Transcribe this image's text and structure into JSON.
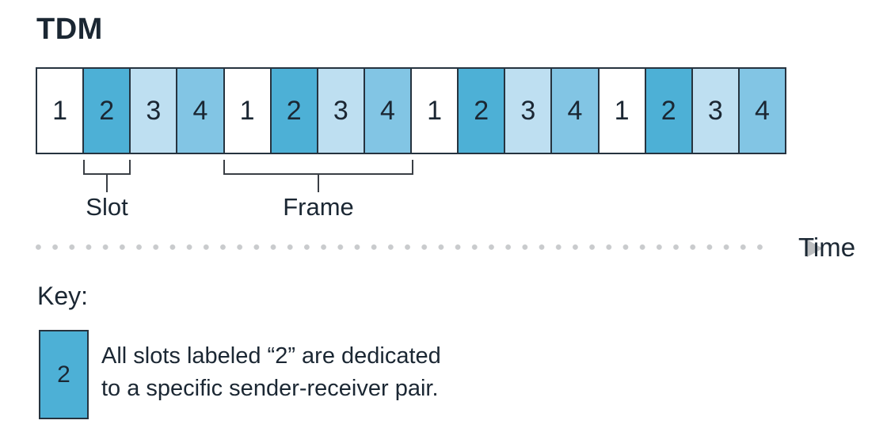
{
  "title": "TDM",
  "colors": {
    "slot1": "#ffffff",
    "slot2": "#4db0d6",
    "slot3": "#bedff1",
    "slot4": "#82c5e4",
    "border": "#26333f",
    "text": "#1b2733",
    "axis_dot": "#c9cbcd",
    "axis_arrow": "#bcbec0"
  },
  "strip": {
    "slots": [
      {
        "label": "1",
        "channel": 1
      },
      {
        "label": "2",
        "channel": 2
      },
      {
        "label": "3",
        "channel": 3
      },
      {
        "label": "4",
        "channel": 4
      },
      {
        "label": "1",
        "channel": 1
      },
      {
        "label": "2",
        "channel": 2
      },
      {
        "label": "3",
        "channel": 3
      },
      {
        "label": "4",
        "channel": 4
      },
      {
        "label": "1",
        "channel": 1
      },
      {
        "label": "2",
        "channel": 2
      },
      {
        "label": "3",
        "channel": 3
      },
      {
        "label": "4",
        "channel": 4
      },
      {
        "label": "1",
        "channel": 1
      },
      {
        "label": "2",
        "channel": 2
      },
      {
        "label": "3",
        "channel": 3
      },
      {
        "label": "4",
        "channel": 4
      }
    ]
  },
  "annotations": {
    "slot_caption": "Slot",
    "frame_caption": "Frame",
    "slot_span": [
      2,
      2
    ],
    "frame_span": [
      5,
      8
    ]
  },
  "axis": {
    "label": "Time"
  },
  "key": {
    "title": "Key:",
    "swatch_label": "2",
    "swatch_channel": 2,
    "line1": "All slots labeled “2” are dedicated",
    "line2": "to a specific sender-receiver pair."
  }
}
